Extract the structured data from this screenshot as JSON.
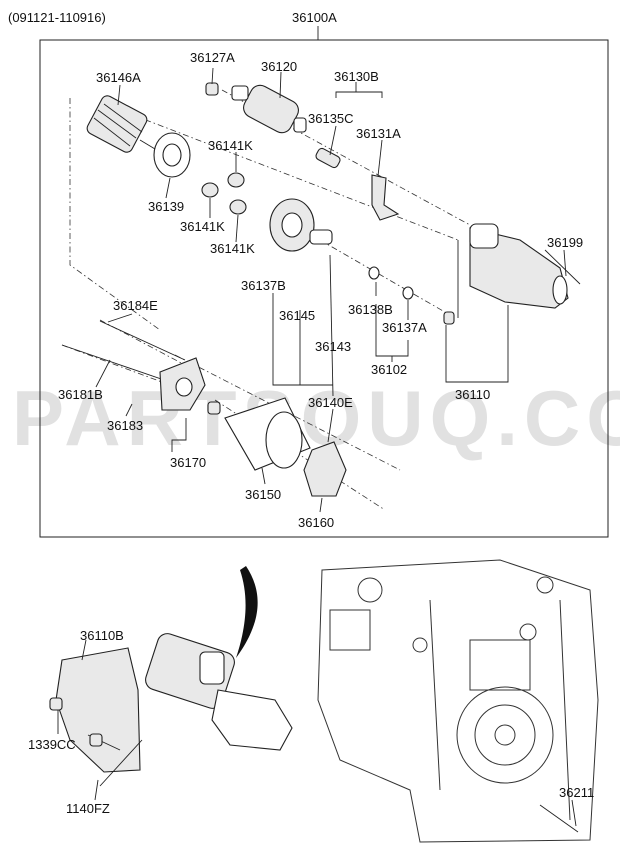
{
  "header": {
    "date_range": "(091121-110916)",
    "assembly_code": "36100A"
  },
  "watermark": "PARTSOUQ.COM",
  "callouts": {
    "p36127A": "36127A",
    "p36120": "36120",
    "p36130B": "36130B",
    "p36146A": "36146A",
    "p36135C": "36135C",
    "p36131A": "36131A",
    "p36141K_a": "36141K",
    "p36139": "36139",
    "p36141K_b": "36141K",
    "p36141K_c": "36141K",
    "p36199": "36199",
    "p36137B": "36137B",
    "p36184E": "36184E",
    "p36145": "36145",
    "p36138B": "36138B",
    "p36137A": "36137A",
    "p36143": "36143",
    "p36102": "36102",
    "p36181B": "36181B",
    "p36110": "36110",
    "p36183": "36183",
    "p36140E": "36140E",
    "p36170": "36170",
    "p36150": "36150",
    "p36160": "36160",
    "p36110B": "36110B",
    "p1339CC": "1339CC",
    "p1140FZ": "1140FZ",
    "p36211": "36211"
  }
}
